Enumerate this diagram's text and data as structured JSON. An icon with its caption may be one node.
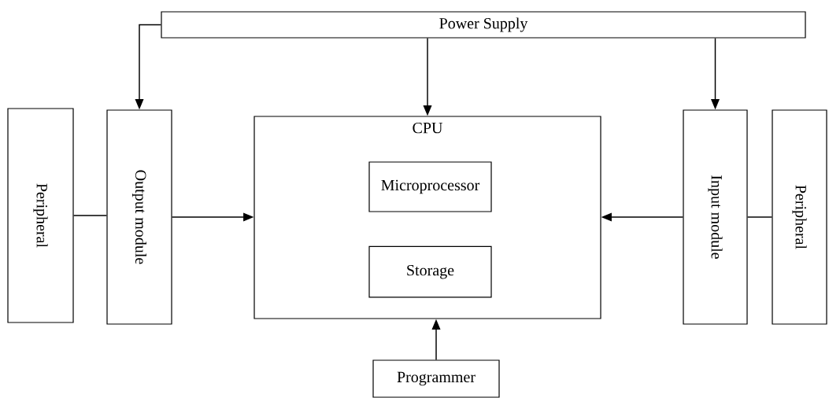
{
  "diagram": {
    "nodes": [
      {
        "text": [
          "Power Supply"
        ]
      },
      {
        "text": [
          "Peripheral"
        ]
      },
      {
        "text": [
          "Output module"
        ]
      },
      {
        "text": [
          "CPU"
        ]
      },
      {
        "text": [
          "Microprocessor"
        ],
        "in": 3
      },
      {
        "text": [
          "Storage"
        ],
        "in": 3
      },
      {
        "text": [
          "Input module"
        ]
      },
      {
        "text": [
          "Peripheral"
        ]
      },
      {
        "text": [
          "Programmer"
        ]
      }
    ],
    "edges": [
      {
        "from": 0,
        "to": 2,
        "arrow": "to"
      },
      {
        "from": 0,
        "to": 3,
        "arrow": "to"
      },
      {
        "from": 0,
        "to": 6,
        "arrow": "to"
      },
      {
        "from": 1,
        "to": 2,
        "arrow": "none"
      },
      {
        "from": 2,
        "to": 3,
        "arrow": "to"
      },
      {
        "from": 6,
        "to": 3,
        "arrow": "to"
      },
      {
        "from": 7,
        "to": 6,
        "arrow": "none"
      },
      {
        "from": 8,
        "to": 3,
        "arrow": "to"
      }
    ]
  }
}
